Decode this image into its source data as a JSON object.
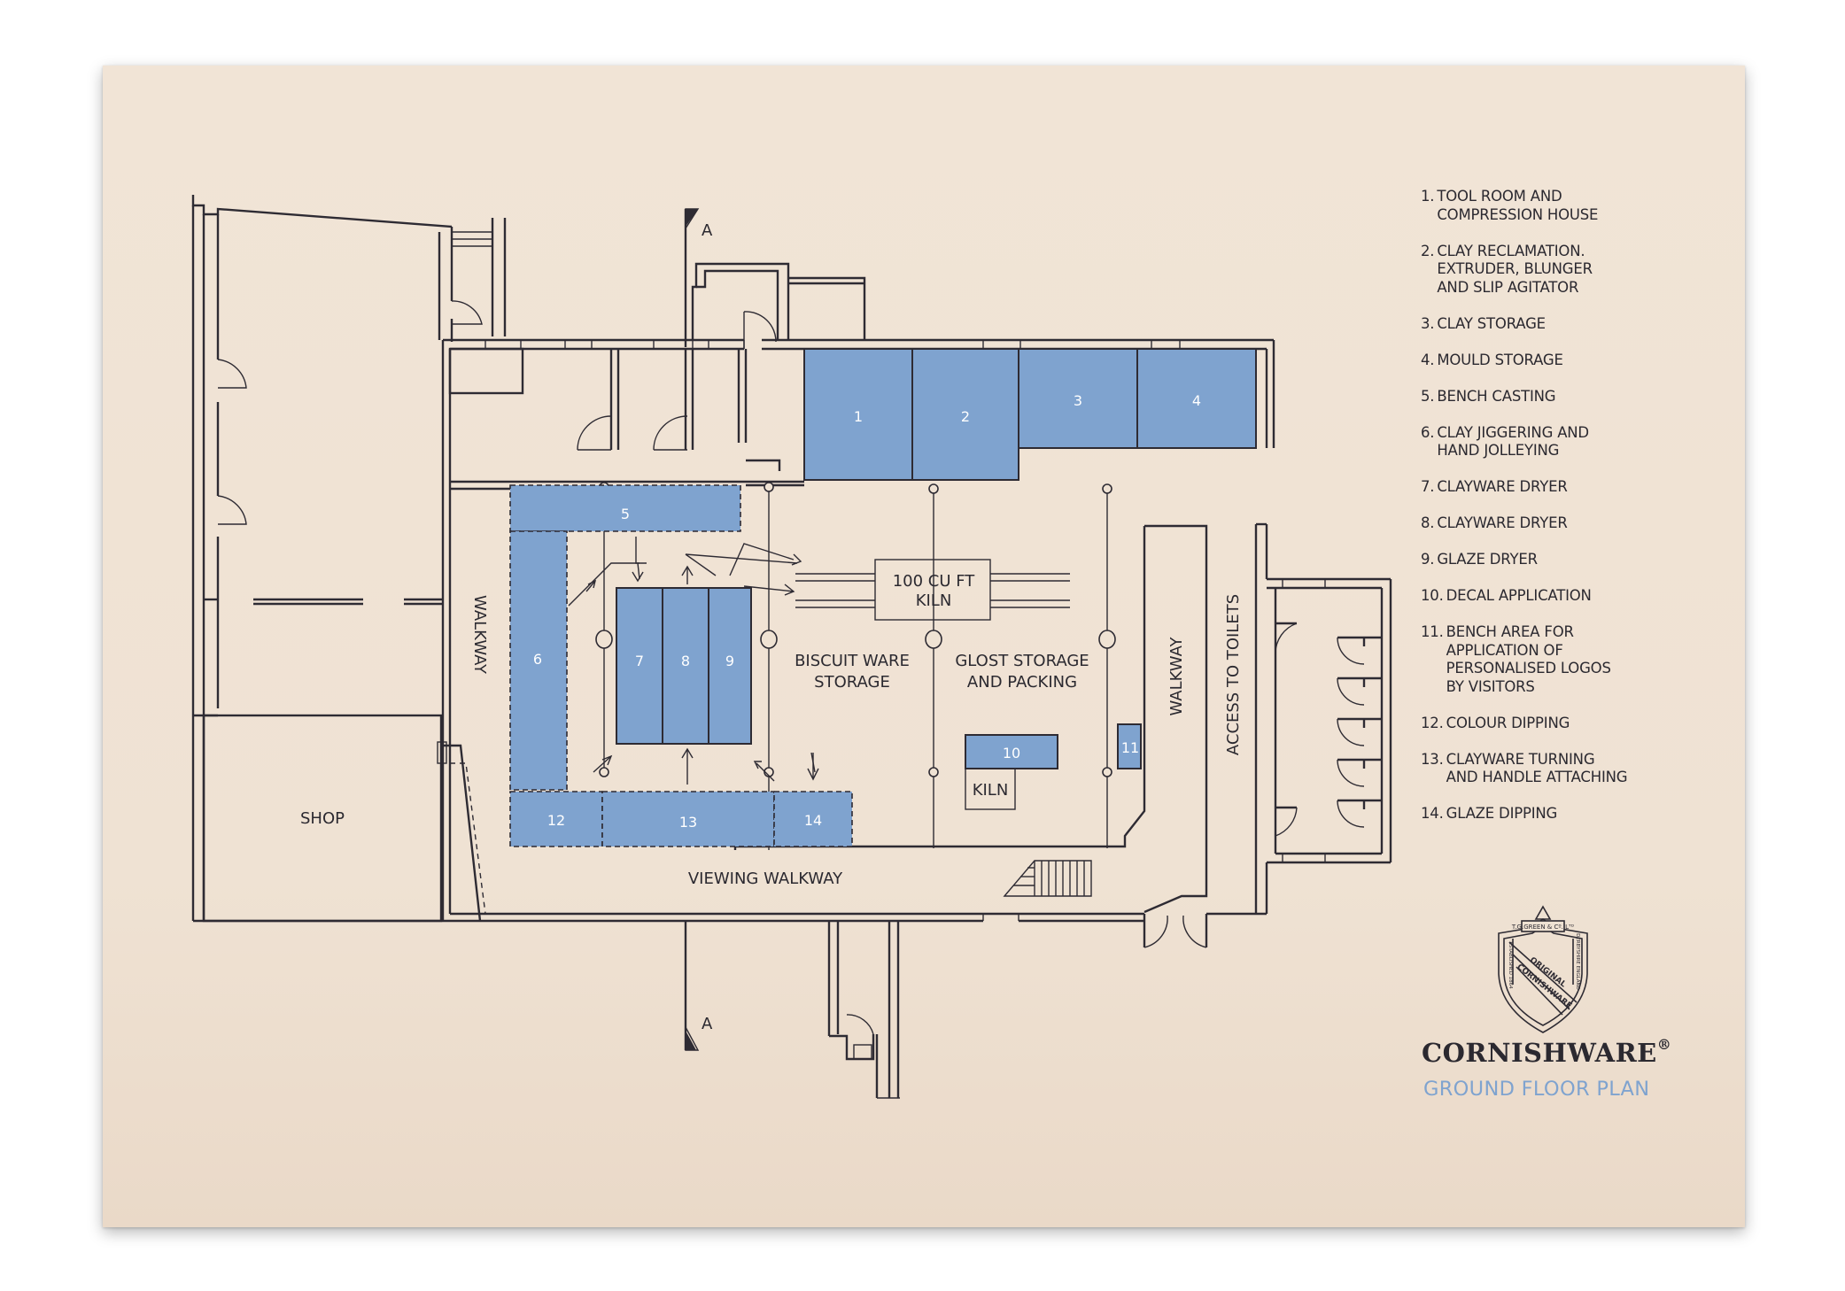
{
  "plan": {
    "blocks": [
      {
        "id": "b1",
        "label": "1"
      },
      {
        "id": "b2",
        "label": "2"
      },
      {
        "id": "b3",
        "label": "3"
      },
      {
        "id": "b4",
        "label": "4"
      },
      {
        "id": "b5",
        "label": "5"
      },
      {
        "id": "b6",
        "label": "6"
      },
      {
        "id": "b7",
        "label": "7"
      },
      {
        "id": "b8",
        "label": "8"
      },
      {
        "id": "b9",
        "label": "9"
      },
      {
        "id": "b10",
        "label": "10"
      },
      {
        "id": "b11",
        "label": "11"
      },
      {
        "id": "b12",
        "label": "12"
      },
      {
        "id": "b13",
        "label": "13"
      },
      {
        "id": "b14",
        "label": "14"
      }
    ],
    "labels": {
      "section_a": "A",
      "walkway": "WALKWAY",
      "shop": "SHOP",
      "kiln_100_line1": "100 CU FT",
      "kiln_100_line2": "KILN",
      "biscuit_line1": "BISCUIT WARE",
      "biscuit_line2": "STORAGE",
      "glost_line1": "GLOST STORAGE",
      "glost_line2": "AND PACKING",
      "kiln": "KILN",
      "viewing_walkway": "VIEWING WALKWAY",
      "access_to_toilets": "ACCESS TO TOILETS"
    }
  },
  "legend": [
    {
      "num": "1.",
      "text": "TOOL ROOM AND\nCOMPRESSION HOUSE"
    },
    {
      "num": "2.",
      "text": "CLAY RECLAMATION.\nEXTRUDER, BLUNGER\nAND SLIP AGITATOR"
    },
    {
      "num": "3.",
      "text": "CLAY STORAGE"
    },
    {
      "num": "4.",
      "text": "MOULD STORAGE"
    },
    {
      "num": "5.",
      "text": "BENCH CASTING"
    },
    {
      "num": "6.",
      "text": "CLAY JIGGERING AND\nHAND JOLLEYING"
    },
    {
      "num": "7.",
      "text": "CLAYWARE DRYER"
    },
    {
      "num": "8.",
      "text": "CLAYWARE DRYER"
    },
    {
      "num": "9.",
      "text": "GLAZE DRYER"
    },
    {
      "num": "10.",
      "text": "DECAL APPLICATION"
    },
    {
      "num": "11.",
      "text": "BENCH AREA FOR\nAPPLICATION OF\nPERSONALISED LOGOS\nBY VISITORS"
    },
    {
      "num": "12.",
      "text": "COLOUR DIPPING"
    },
    {
      "num": "13.",
      "text": "CLAYWARE TURNING\nAND HANDLE ATTACHING"
    },
    {
      "num": "14.",
      "text": "GLAZE DIPPING"
    }
  ],
  "brand": {
    "name": "CORNISHWARE",
    "mark": "®",
    "subtitle": "GROUND FLOOR PLAN",
    "logo_text": "T.G.GREEN & CO. LTD · ORIGINAL CORNISHWARE · ESTABLISHED 1864 · DERBYSHIRE ENGLAND",
    "subtitle_color": "#7fa3cf",
    "block_color": "#7fa3cf"
  }
}
